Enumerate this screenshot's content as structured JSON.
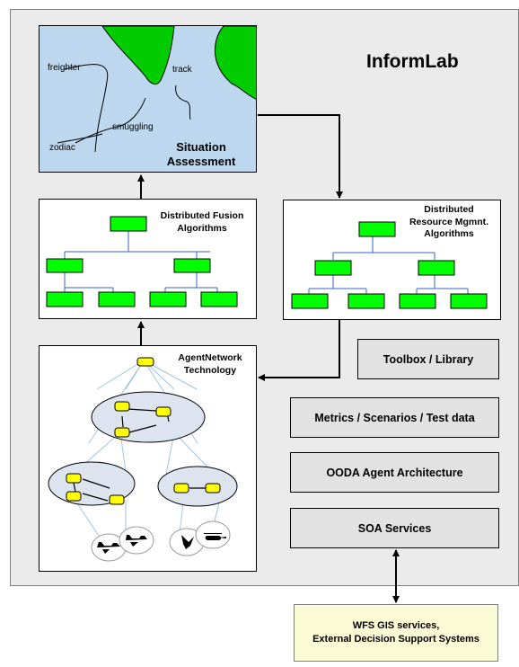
{
  "title": "InformLab",
  "map": {
    "labels": {
      "freighter": "freighter",
      "track": "track",
      "smuggling": "smuggling",
      "zodiac": "zodiac"
    },
    "title_line1": "Situation",
    "title_line2": "Assessment"
  },
  "fusion": {
    "line1": "Distributed Fusion",
    "line2": "Algorithms"
  },
  "resource": {
    "line1": "Distributed",
    "line2": "Resource Mgmnt.",
    "line3": "Algorithms"
  },
  "agent": {
    "line1": "AgentNetwork",
    "line2": "Technology"
  },
  "services": {
    "toolbox": "Toolbox / Library",
    "metrics": "Metrics / Scenarios / Test data",
    "ooda": "OODA Agent Architecture",
    "soa": "SOA Services"
  },
  "external": {
    "line1": "WFS GIS services,",
    "line2": "External Decision Support Systems"
  },
  "colors": {
    "node_green": "#00ff00",
    "agent_yellow": "#ffff00",
    "map_water": "#bdd7ee",
    "external_bg": "#fbfbd6"
  }
}
